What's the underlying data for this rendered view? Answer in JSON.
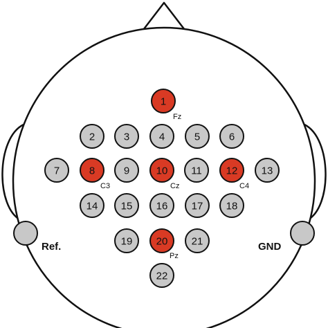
{
  "colors": {
    "background": "#ffffff",
    "outline": "#111111",
    "electrode_default": "#c8c8c8",
    "electrode_highlight": "#d93a24",
    "reference_electrode": "#c8c8c8"
  },
  "electrodes": [
    {
      "label": "1",
      "highlighted": true,
      "site": "Fz"
    },
    {
      "label": "2",
      "highlighted": false,
      "site": ""
    },
    {
      "label": "3",
      "highlighted": false,
      "site": ""
    },
    {
      "label": "4",
      "highlighted": false,
      "site": ""
    },
    {
      "label": "5",
      "highlighted": false,
      "site": ""
    },
    {
      "label": "6",
      "highlighted": false,
      "site": ""
    },
    {
      "label": "7",
      "highlighted": false,
      "site": ""
    },
    {
      "label": "8",
      "highlighted": true,
      "site": "C3"
    },
    {
      "label": "9",
      "highlighted": false,
      "site": ""
    },
    {
      "label": "10",
      "highlighted": true,
      "site": "Cz"
    },
    {
      "label": "11",
      "highlighted": false,
      "site": ""
    },
    {
      "label": "12",
      "highlighted": true,
      "site": "C4"
    },
    {
      "label": "13",
      "highlighted": false,
      "site": ""
    },
    {
      "label": "14",
      "highlighted": false,
      "site": ""
    },
    {
      "label": "15",
      "highlighted": false,
      "site": ""
    },
    {
      "label": "16",
      "highlighted": false,
      "site": ""
    },
    {
      "label": "17",
      "highlighted": false,
      "site": ""
    },
    {
      "label": "18",
      "highlighted": false,
      "site": ""
    },
    {
      "label": "19",
      "highlighted": false,
      "site": ""
    },
    {
      "label": "20",
      "highlighted": true,
      "site": "Pz"
    },
    {
      "label": "21",
      "highlighted": false,
      "site": ""
    },
    {
      "label": "22",
      "highlighted": false,
      "site": ""
    }
  ],
  "reference": {
    "label": "Ref."
  },
  "ground": {
    "label": "GND"
  }
}
